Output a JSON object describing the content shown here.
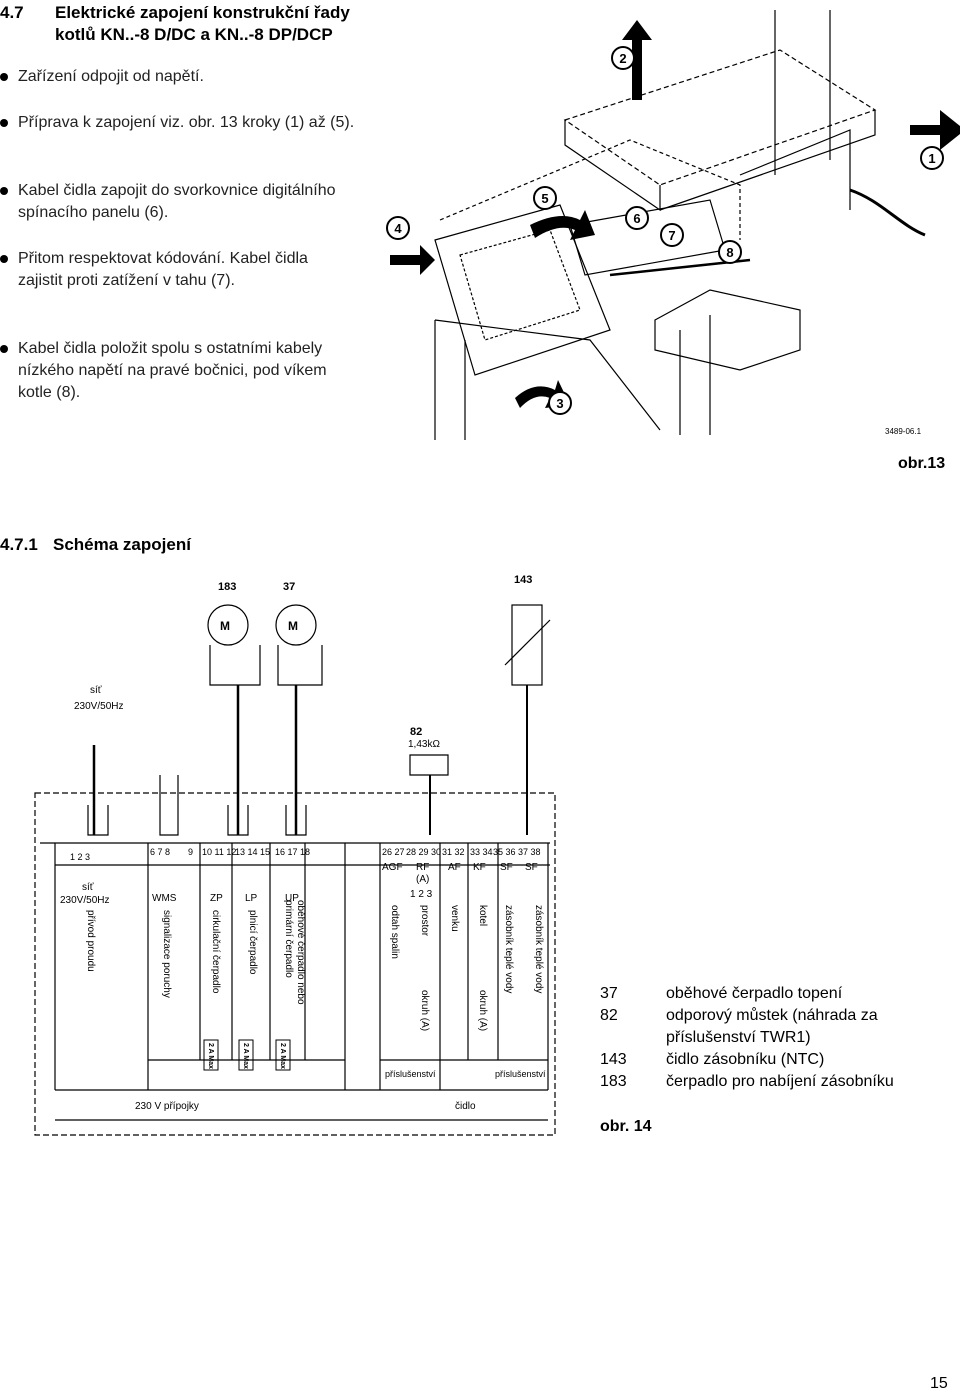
{
  "section": {
    "number": "4.7",
    "title": "Elektrické zapojení konstrukční řady kotlů KN..-8 D/DC a KN..-8 DP/DCP"
  },
  "bullets": [
    "Zařízení odpojit od napětí.",
    "Příprava k zapojení viz. obr. 13 kroky (1) až (5).",
    "Kabel čidla zapojit do svorkovnice digitálního spínacího panelu (6).",
    "Přitom respektovat kódování. Kabel čidla zajistit proti zatížení v tahu (7).",
    "Kabel čidla položit spolu s ostatními kabely nízkého napětí na pravé bočnici, pod víkem kotle (8)."
  ],
  "figure13": {
    "code": "3489-06.1",
    "caption": "obr.13",
    "steps": [
      "1",
      "2",
      "3",
      "4",
      "5",
      "6",
      "7",
      "8"
    ]
  },
  "subsection": {
    "number": "4.7.1",
    "title": "Schéma zapojení"
  },
  "schema": {
    "top_labels": {
      "p183": "183",
      "p37": "37",
      "p143": "143",
      "p82": "82",
      "r82": "1,43kΩ",
      "mains": "síť",
      "mains_v": "230V/50Hz"
    },
    "terminals": {
      "t1": "1 2 3",
      "t2": "6 7 8",
      "t3": "9",
      "t4": "10 11 12",
      "t5": "13 14 15",
      "t6": "16 17 18",
      "t7": "26 27",
      "t8": "28 29 30",
      "t9": "31 32",
      "t10": "33 34",
      "t11": "35 36",
      "t12": "37 38"
    },
    "codes": {
      "net": "síť",
      "net_v": "230V/50Hz",
      "wms": "WMS",
      "zp": "ZP",
      "lp": "LP",
      "up": "UP",
      "agf": "AGF",
      "rf": "RF",
      "rf_a": "(A)",
      "rf_123": "1 2 3",
      "af": "AF",
      "kf": "KF",
      "sf1": "SF",
      "sf2": "SF"
    },
    "functions": {
      "f1": "přívod proudu",
      "f2": "signalizace poruchy",
      "f3": "cirkulační čerpadlo",
      "f4": "plnicí čerpadlo",
      "f5a": "oběhové čerpadlo nebo",
      "f5b": "primární čerpadlo",
      "f6": "odtah spalin",
      "f7a": "prostor",
      "f7b": "okruh (A)",
      "f8": "venku",
      "f9a": "kotel",
      "f9b": "okruh (A)",
      "f10": "zásobník teplé vody",
      "f11": "zásobník teplé vody"
    },
    "fuse": "2 A Max",
    "accessory1": "příslušenství",
    "accessory2": "příslušenství",
    "group1": "230 V přípojky",
    "group2": "čidlo"
  },
  "legend": [
    {
      "num": "37",
      "text": "oběhové čerpadlo topení"
    },
    {
      "num": "82",
      "text": "odporový můstek (náhrada za příslušenství TWR1)"
    },
    {
      "num": "143",
      "text": "čidlo zásobníku (NTC)"
    },
    {
      "num": "183",
      "text": "čerpadlo pro nabíjení zásobníku"
    }
  ],
  "figure14_caption": "obr. 14",
  "page_number": "15"
}
